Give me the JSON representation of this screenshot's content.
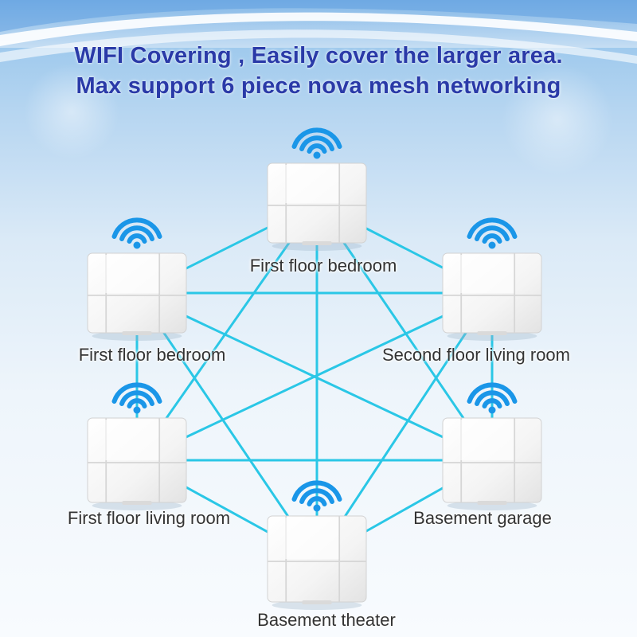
{
  "headline": {
    "line1": "WIFI Covering , Easily cover the larger area.",
    "line2": "Max support 6 piece nova mesh networking"
  },
  "nodes": [
    {
      "label": "First floor bedroom"
    },
    {
      "label": "First floor bedroom"
    },
    {
      "label": "Second floor living room"
    },
    {
      "label": "First floor living room"
    },
    {
      "label": "Basement garage"
    },
    {
      "label": "Basement theater"
    }
  ],
  "colors": {
    "mesh_line": "#2ac7e6",
    "wifi_icon": "#1a96e8",
    "headline_text": "#2a3aa8",
    "label_text": "#333333",
    "device_body": "#ffffff"
  },
  "icons": {
    "device": "mesh-router-cube-icon",
    "signal": "wifi-signal-icon"
  }
}
